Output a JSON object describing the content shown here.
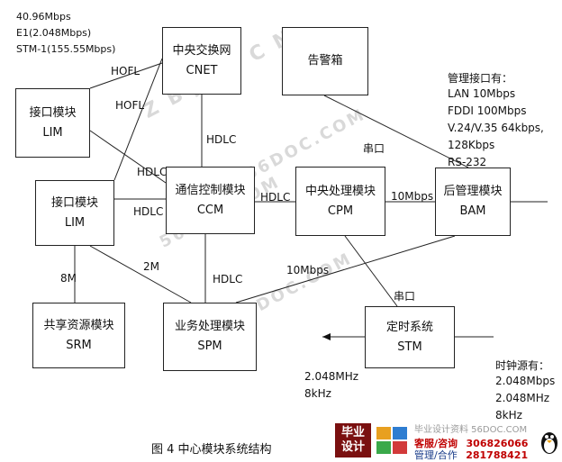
{
  "nodes": {
    "cnet": {
      "line1": "中央交换网",
      "line2": "CNET"
    },
    "alarm": {
      "line1": "告警箱"
    },
    "lim_top": {
      "line1": "接口模块",
      "line2": "LIM"
    },
    "lim_mid": {
      "line1": "接口模块",
      "line2": "LIM"
    },
    "ccm": {
      "line1": "通信控制模块",
      "line2": "CCM"
    },
    "cpm": {
      "line1": "中央处理模块",
      "line2": "CPM"
    },
    "bam": {
      "line1": "后管理模块",
      "line2": "BAM"
    },
    "srm": {
      "line1": "共享资源模块",
      "line2": "SRM"
    },
    "spm": {
      "line1": "业务处理模块",
      "line2": "SPM"
    },
    "stm": {
      "line1": "定时系统",
      "line2": "STM"
    }
  },
  "labels": {
    "rates": [
      "40.96Mbps",
      "E1(2.048Mbps)",
      "STM-1(155.55Mbps)"
    ],
    "hofl_1": "HOFL",
    "hofl_2": "HOFL",
    "hdlc_cnet": "HDLC",
    "hdlc_lim_top": "HDLC",
    "hdlc_lim_mid": "HDLC",
    "hdlc_ccm_cpm": "HDLC",
    "hdlc_spm": "HDLC",
    "serial_bam": "串口",
    "serial_stm": "串口",
    "mbps_cpm_bam": "10Mbps",
    "mbps_spm_bam": "10Mbps",
    "m8": "8M",
    "m2": "2M",
    "mgmt_title": "管理接口有：",
    "mgmt_items": [
      "LAN  10Mbps",
      "FDDI 100Mbps",
      "V.24/V.35 64kbps,",
      "128Kbps",
      "RS-232"
    ],
    "clock_out": [
      "2.048MHz",
      "8kHz"
    ],
    "clock_src_title": "时钟源有：",
    "clock_src_items": [
      "2.048Mbps",
      "2.048MHz",
      "8kHz"
    ]
  },
  "caption": "图 4   中心模块系统结构",
  "watermarks": [
    "Z B J S . C N",
    "56DOC.COM",
    "56DOC.COM",
    "56DOC.COM"
  ],
  "footer": {
    "logo_text": [
      "毕业",
      "设计"
    ],
    "site": "毕业设计资料 56DOC.COM",
    "service_label": "客服/咨询",
    "service_num": "306826066",
    "manage_label": "管理/合作",
    "manage_num": "281788421"
  }
}
